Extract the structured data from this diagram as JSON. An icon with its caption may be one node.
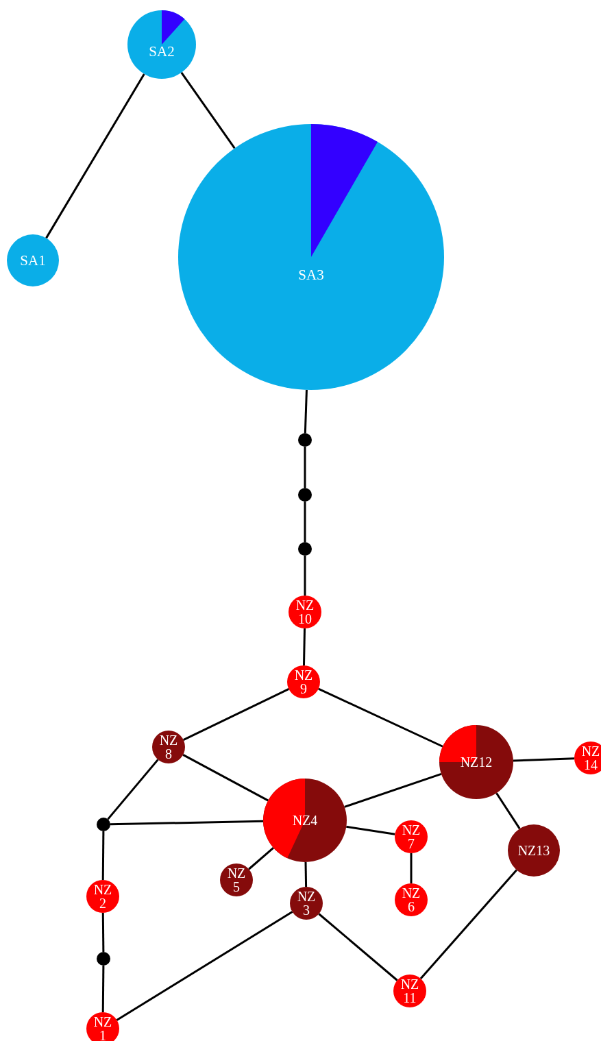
{
  "diagram": {
    "nodes": [
      {
        "text": [
          "SA2"
        ]
      },
      {
        "text": [
          "SA1"
        ]
      },
      {
        "text": [
          "SA3"
        ]
      },
      {
        "text": [],
        "shape": "circle"
      },
      {
        "text": [],
        "shape": "circle"
      },
      {
        "text": [],
        "shape": "circle"
      },
      {
        "text": [
          "NZ 10"
        ]
      },
      {
        "text": [
          "NZ 9"
        ]
      },
      {
        "text": [
          "NZ 8"
        ]
      },
      {
        "text": [
          "NZ12"
        ]
      },
      {
        "text": [
          "NZ 14"
        ]
      },
      {
        "text": [],
        "shape": "circle"
      },
      {
        "text": [
          "NZ4"
        ]
      },
      {
        "text": [
          "NZ 7"
        ]
      },
      {
        "text": [
          "NZ13"
        ]
      },
      {
        "text": [
          "NZ 5"
        ]
      },
      {
        "text": [
          "NZ 2"
        ]
      },
      {
        "text": [
          "NZ 3"
        ]
      },
      {
        "text": [
          "NZ 6"
        ]
      },
      {
        "text": [],
        "shape": "circle"
      },
      {
        "text": [
          "NZ 11"
        ]
      },
      {
        "text": [
          "NZ 1"
        ]
      }
    ],
    "edges": [
      {
        "from": 0,
        "to": 1,
        "arrow": "none"
      },
      {
        "from": 0,
        "to": 2,
        "arrow": "none"
      },
      {
        "from": 2,
        "to": 3,
        "arrow": "none"
      },
      {
        "from": 3,
        "to": 4,
        "arrow": "none"
      },
      {
        "from": 4,
        "to": 5,
        "arrow": "none"
      },
      {
        "from": 5,
        "to": 6,
        "arrow": "none"
      },
      {
        "from": 6,
        "to": 7,
        "arrow": "none"
      },
      {
        "from": 7,
        "to": 8,
        "arrow": "none"
      },
      {
        "from": 7,
        "to": 9,
        "arrow": "none"
      },
      {
        "from": 9,
        "to": 10,
        "arrow": "none"
      },
      {
        "from": 8,
        "to": 11,
        "arrow": "none"
      },
      {
        "from": 8,
        "to": 12,
        "arrow": "none"
      },
      {
        "from": 11,
        "to": 12,
        "arrow": "none"
      },
      {
        "from": 9,
        "to": 12,
        "arrow": "none"
      },
      {
        "from": 9,
        "to": 14,
        "arrow": "none"
      },
      {
        "from": 12,
        "to": 13,
        "arrow": "none"
      },
      {
        "from": 13,
        "to": 18,
        "arrow": "none"
      },
      {
        "from": 12,
        "to": 15,
        "arrow": "none"
      },
      {
        "from": 12,
        "to": 17,
        "arrow": "none"
      },
      {
        "from": 11,
        "to": 16,
        "arrow": "none"
      },
      {
        "from": 16,
        "to": 19,
        "arrow": "none"
      },
      {
        "from": 19,
        "to": 21,
        "arrow": "none"
      },
      {
        "from": 21,
        "to": 17,
        "arrow": "none"
      },
      {
        "from": 17,
        "to": 20,
        "arrow": "none"
      },
      {
        "from": 14,
        "to": 20,
        "arrow": "none"
      }
    ]
  }
}
